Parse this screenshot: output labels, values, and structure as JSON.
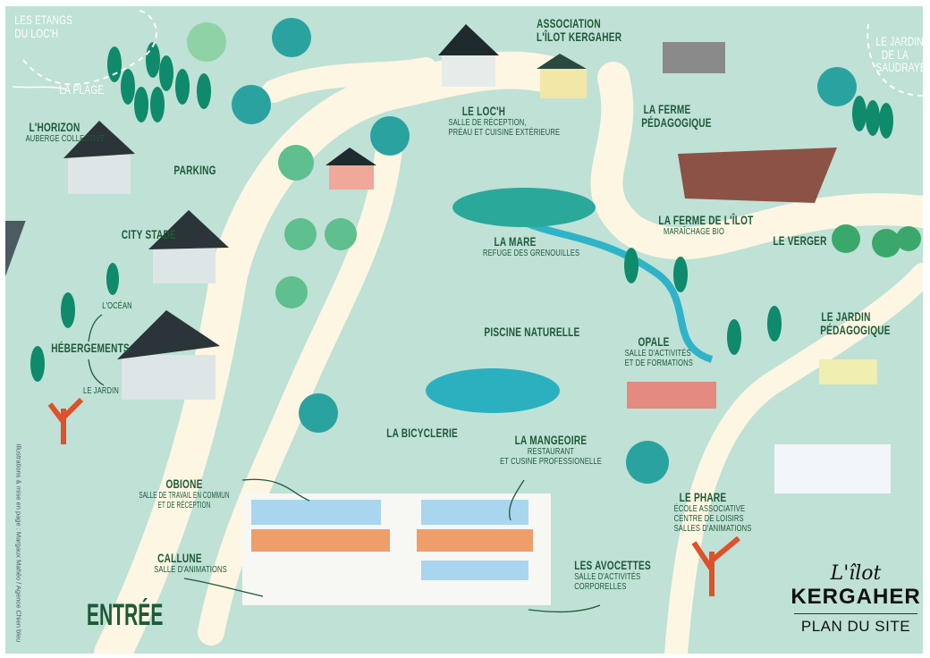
{
  "map": {
    "labels": {
      "etangs": {
        "title": "LES ETANGS",
        "sub": "DU LOC'H"
      },
      "plage": "LA PLAGE",
      "horizon": {
        "title": "L'HORIZON",
        "sub": "AUBERGE COLLECTIVE"
      },
      "parking": "PARKING",
      "city_stade": "CITY STADE",
      "ocean": "L'OCÉAN",
      "hebergements": "HÉBERGEMENTS",
      "jardin_heb": "LE JARDIN",
      "association": {
        "title": "ASSOCIATION",
        "sub": "L'ÎLOT KERGAHER"
      },
      "loch": {
        "title": "LE LOC'H",
        "sub1": "SALLE DE RÉCEPTION,",
        "sub2": "PRÉAU ET CUISINE EXTÉRIEURE"
      },
      "ferme_peda": {
        "title1": "LA FERME",
        "title2": "PÉDAGOGIQUE"
      },
      "jardin_saudraye": {
        "l1": "LE JARDIN",
        "l2": "DE LA",
        "l3": "SAUDRAYE"
      },
      "ferme_ilot": {
        "title": "LA FERME DE L'ÎLOT",
        "sub": "MARAÎCHAGE BIO"
      },
      "mare": {
        "title": "LA MARE",
        "sub": "REFUGE DES GRENOUILLES"
      },
      "verger": "LE VERGER",
      "piscine": "PISCINE NATURELLE",
      "opale": {
        "title": "OPALE",
        "sub1": "SALLE D'ACTIVITÉS",
        "sub2": "ET DE FORMATIONS"
      },
      "jardin_peda": {
        "title1": "LE JARDIN",
        "title2": "PÉDAGOGIQUE"
      },
      "bicyclerie": "LA BICYCLERIE",
      "mangeoire": {
        "title": "LA MANGEOIRE",
        "sub1": "RESTAURANT",
        "sub2": "ET CUSINE PROFESSIONELLE"
      },
      "obione": {
        "title": "OBIONE",
        "sub1": "SALLE DE TRAVAIL EN COMMUN",
        "sub2": "ET DE RÉCEPTION"
      },
      "callune": {
        "title": "CALLUNE",
        "sub": "SALLE D'ANIMATIONS"
      },
      "avocettes": {
        "title": "LES AVOCETTES",
        "sub1": "SALLE D'ACTIVITÉS",
        "sub2": "CORPORELLES"
      },
      "phare": {
        "title": "LE PHARE",
        "sub1": "ÉCOLE ASSOCIATIVE",
        "sub2": "CENTRE DE LOISIRS",
        "sub3": "SALLES D'ANIMATIONS"
      },
      "entree": "ENTRÉE"
    },
    "credit": "Illustrations & mise en page : Margaux Mahéo / Agence Chien bleu",
    "logo": {
      "script": "L'îlot",
      "brand": "KERGAHER",
      "subtitle": "PLAN DU SITE"
    },
    "colors": {
      "ground": "#bfe1d6",
      "path": "#fdf6e3",
      "text": "#1e5a36",
      "river": "#2fb3c9"
    }
  }
}
